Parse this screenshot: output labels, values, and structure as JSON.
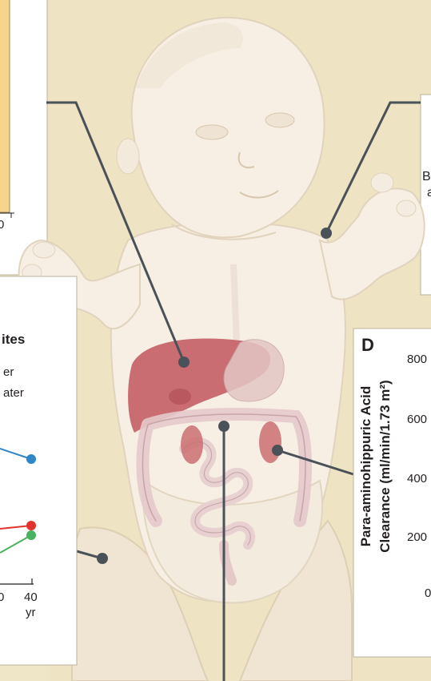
{
  "panel_c": {
    "title_fragment": "ites",
    "legend_line_1": "er",
    "legend_line_2": "ater",
    "tick_left": "0",
    "tick_40": "40",
    "tick_unit": "yr",
    "series_colors": {
      "blue": "#2f86c8",
      "red": "#e2332c",
      "green": "#48b25f"
    }
  },
  "panel_b": {
    "label_fragment_1": "B",
    "label_fragment_2": "a"
  },
  "panel_top_left": {
    "tick_fragment": "0"
  },
  "panel_d": {
    "letter": "D",
    "ylabel_line_1": "Para-aminohippuric Acid",
    "ylabel_line_2": "Clearance (ml/min/1.73 m²)",
    "y_ticks": [
      "800",
      "600",
      "400",
      "200",
      "0"
    ]
  },
  "colors": {
    "background": "#efe6c8",
    "chart_fill": "#f6d48c",
    "skin": "#f7efe3",
    "liver": "#c35b63",
    "kidney": "#cb6f72",
    "callout_line": "#4b5158"
  }
}
